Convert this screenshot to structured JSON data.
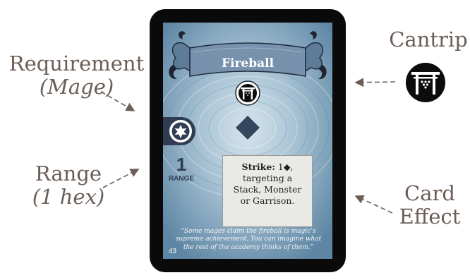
{
  "callouts": {
    "requirement_label": "Requirement",
    "requirement_detail": "(Mage)",
    "range_label": "Range",
    "range_detail": "(1 hex)",
    "cantrip_label": "Cantrip",
    "effect_line1": "Card",
    "effect_line2": "Effect"
  },
  "card": {
    "title": "Fireball",
    "range_value": "1",
    "range_label": "RANGE",
    "effect_keyword": "Strike:",
    "effect_amount": "1◆,",
    "effect_lines": [
      "targeting a",
      "Stack, Monster",
      "or Garrison."
    ],
    "flavor_text": "“Some mages claim the fireball is magic’s supreme achievement.  You can imagine what the rest of the academy thinks of them.”",
    "card_number": "43"
  },
  "icons": {
    "cantrip": "torii-gate-icon",
    "requirement": "mage-star-icon",
    "cost": "diamond-icon"
  },
  "colors": {
    "callout_text": "#6b5e57",
    "card_border": "#0a0a0a",
    "banner": "#6f8aa6",
    "range_text": "#2f3c52",
    "effect_box": "#e9e9e6"
  }
}
